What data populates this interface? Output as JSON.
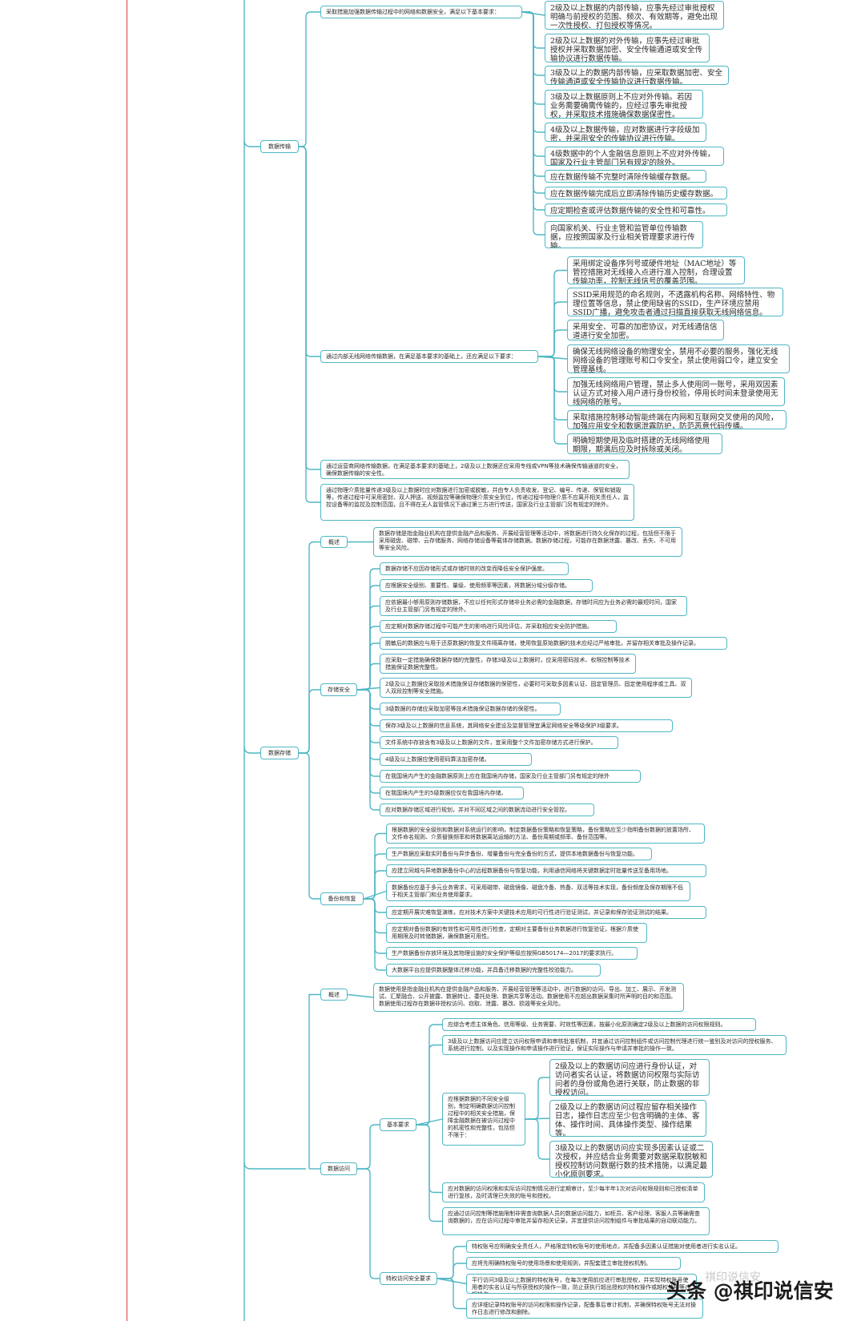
{
  "colors": {
    "connector": "#4fb7c4",
    "margin_line": "#d83a3a",
    "text": "#2b2b2b"
  },
  "labels": {
    "transmission": "数据传输",
    "storage": "数据存储",
    "overview": "概述",
    "storage_security": "存储安全",
    "backup": "备份和恢复",
    "overview2": "概述",
    "access": "数据访问",
    "basic_req": "基本要求",
    "priv_req": "特权访问安全要求"
  },
  "transmission": {
    "network_req": "采取措施加强数据传输过程中的网络和数据安全，满足以下基本要求：",
    "network_items": [
      "2级及以上数据的内部传输，应事先经过审批授权明确与前授权的范围、频次、有效期等，避免出现一次性授权、打包授权等情况。",
      "2级及以上数据的对外传输，应事先经过审批授权并采取数据加密、安全传输通道或安全传输协议进行数据传输。",
      "3级及以上的数据内部传输，应采取数据加密、安全传输通道或安全传输协议进行数据传输。",
      "3级及以上数据原则上不应对外传输。若因业务需要确需传输的，应经过事先审批授权，并采取技术措施确保数据保密性。",
      "4级及以上数据传输，应对数据进行字段级加密，并采用安全的传输协议进行传输。",
      "4级数据中的个人金融信息原则上不应对外传输，国家及行业主管部门另有规定的除外。",
      "应在数据传输不完整时清除传输缓存数据。",
      "应在数据传输完成后立即清除传输历史缓存数据。",
      "应定期检查或评估数据传输的安全性和可靠性。",
      "向国家机关、行业主管和监管单位传输数据，应按照国家及行业相关管理要求进行传输。"
    ],
    "wireless_req": "通过内部无线网络传输数据，在满足基本要求的基础上，还应满足以下要求：",
    "wireless_items": [
      "采用绑定设备序列号或硬件地址（MAC地址）等管控措施对无线接入点进行准入控制，合理设置传输功率，控制无线信号的覆盖范围。",
      "SSID采用规范的命名规则，不透露机构名称、网络特性、物理位置等信息，禁止使用缺省的SSID，生产环境应禁用SSID广播，避免攻击者通过扫描直接获取无线网络信息。",
      "采用安全、可靠的加密协议，对无线通信信道进行安全加密。",
      "确保无线网络设备的物理安全，禁用不必要的服务，强化无线网络设备的管理账号和口令安全，禁止使用弱口令，建立安全管理基线。",
      "加强无线网络用户管理，禁止多人使用同一账号，采用双因素认证方式对接入用户进行身份校验，停用长时间未登录使用无线网络的账号。",
      "采取措施控制移动智能终端在内网和互联网交叉使用的风险，加强应用安全和数据泄露防护，防范恶意代码传播。",
      "明确短期使用及临时搭建的无线网络使用期限，期满后应及时拆除或关闭。"
    ],
    "public_net": "通过运营商网络传输数据，在满足基本要求的基础上，2级及以上数据还应采用专线或VPN等技术确保传输通道的安全，确保数据传输的安全性。",
    "physical_media": "通过物理介质批量传递3级及以上数据时应对数据进行加密或脱敏，并由专人负责收发、登记、编号、传递、保管和销毁等，传递过程中可采用密封、双人押送、视频监控等确保物理介质安全到位，传递过程中物理介质不应离开相关责任人，监控设备等的监控及控制范围，且不得在无人监管情况下通过第三方进行传送，国家及行业主管部门另有规定的除外。"
  },
  "storage": {
    "overview_text": "数据存储是指金融业机构在提供金融产品和服务、开展经营管理等活动中，将数据进行持久化保存的过程，包括但不限于采用磁盘、磁带、云存储服务、网络存储设备等载体存储数据。数据存储过程，可能存在数据泄露、篡改、丢失、不可用等安全风险。",
    "security_items": [
      "数据存储不应因存储形式或存储时效的改变而降低安全保护强度。",
      "应根据安全级别、重要性、量级、使用频率等因素，将数据分域分级存储。",
      "应依据最小够用原则存储数据，不应以任何形式存储非业务必需的金融数据，存储时间应为业务必需的最短时间，国家及行业主管部门另有规定的除外。",
      "应定期对数据存储过程中可能产生的影响进行风险评估，并采取相应安全防护措施。",
      "脱敏后的数据应与用于还原数据的恢复文件隔离存储，使用恢复原始数据的技术应经过严格审批，并留存相关审批及操作记录。",
      "应采取一定措施确保数据存储的完整性，存储3级及以上数据时，应采用密码技术、权限控制等技术措施保证数据完整性。",
      "2级及以上数据应采取技术措施保证存储数据的保密性，必要时可采取多因素认证、固定管理员、固定使用程序或工具、双人双段控制等安全措施。",
      "3级数据的存储应采取加密等技术措施保证数据存储的保密性。",
      "保存3级及以上数据的信息系统，其网络安全建设及监督管理宜满足网络安全等级保护3级要求。",
      "文件系统中存放含有3级及以上数据的文件，宜采用整个文件加密存储方式进行保护。",
      "4级及以上数据应使用密码算法加密存储。",
      "在我国境内产生的金融数据原则上应在我国境内存储，国家及行业主管部门另有规定的除外",
      "在我国境内产生的5级数据应仅在我国境内存储。",
      "应对数据存储区域进行规划，并对不同区域之间的数据流动进行安全管控。"
    ],
    "backup_items": [
      "根据数据的安全级别和数据对系统运行的影响，制定数据备份策略和恢复策略，备份策略应至少指明备份数据的放置场所、文件命名规则、介质替换频率和将数据离站运输的方法、备份周期或频率、备份范围等。",
      "生产数据应采取实时备份与异步备份、增量备份与完全备份的方式，提供本地数据备份与恢复功能。",
      "应建立同城与异地数据备份中心的远程数据备份与恢复功能，利用通信网络将关键数据定时批量传送至备用场地。",
      "数据备份应基于多元业务需求，可采用磁带、磁盘镜像、磁盘冷备、热备、双活等技术实现，备份频度及保存期限不低于相关主管部门和业务使用要求。",
      "应定期开展灾难恢复演练，应对技术方案中关键技术应用的可行性进行验证测试，并记录和保存验证测试的结果。",
      "应定期对备份数据的有效性和可用性进行检查，定期对主要备份业务数据进行恢复验证，根据介质使用期限及时转储数据，确保数据可用性。",
      "生产数据备份存放环境及其物理设施的安全保护等级应按照GB50174—2017的要求执行。",
      "大数据平台应提供数据整体迁移功能，并具备迁移数据的完整性校验能力。"
    ]
  },
  "access": {
    "overview_text": "数据使用是指金融业机构在提供金融产品和服务、开展经营管理等活动中，进行数据的访问、导出、加工、展示、开发测试、汇聚融合、公开披露、数据转让、委托处理、数据共享等活动。数据使用不应超出数据采集时所声明的目的和范围。数据使用过程存在数据非授权访问、窃取、泄露、篡改、损毁等安全风险。",
    "basic_items_top": [
      "应综合考虑主体角色、信用等级、业务需要、时效性等因素，按最小化原则确定2级及以上数据的访问权限规则。",
      "3级及以上数据访问应建立访问权限申请和审核批准机制，并宜通过访问控制组件或访问控制代理进行统一鉴别及对访问的授权服务、系统进行控制，以及实现操作和申请操作进行验证，保证实际操作与申请并审批的操作一致。"
    ],
    "tech_parent": "应根据数据的不同安全级别，制定明确数据访问控制过程中的相关安全措施，保障金融数据在被访问过程中的机密性和完整性，包括但不限于：",
    "tech_items": [
      "2级及以上的数据访问应进行身份认证，对访问者实名认证，将数据访问权限与实际访问者的身份或角色进行关联，防止数据的非授权访问。",
      "2级及以上的数据访问过程应留存相关操作日志，操作日志应至少包含明确的主体、客体、操作时间、具体操作类型、操作结果等。",
      "3级及以上的数据访问应实现多因素认证或二次授权，并应结合业务需要对数据采取脱敏和授权控制访问数据行数的技术措施，以满足最小化原则要求。"
    ],
    "basic_items_bottom": [
      "应对数据的访问权限和实际访问控制情况进行定期审计，至少每半年1次对访问权限规则和已授权清单进行复核，及时清理已失效的账号和授权。",
      "应通过访问控制等措施限制非需查询数据人员的数据访问能力，如柜员、客户经理、客服人员等确需查询数据的，应在访问过程中审批并留存相关记录，并宜提供访问控制组件与审批结果的自动联动能力。"
    ],
    "priv_items": [
      "特权账号应明确安全责任人，严格限定特权账号的使用地点，并配备多因素认证措施对使用者进行实名认证。",
      "应将先明确特权账号的使用场景和使用规则，并配套建立审批授权机制。",
      "平行访问3级及以上数据的特权账号，在每次使用前应进行审批授权，并实现特权账号使用者的实名认证与所获授权的操作一致，防止获执行超出授权的特权操作或越权使用等违规操作。",
      "应详细记录特权账号的访问权限和操作记录，配备事后审计机制，并确保特权账号无法对操作日志进行修改和删除。"
    ]
  },
  "watermark": {
    "text": "头条 @祺印说信安",
    "faint": "祺印说信安"
  }
}
